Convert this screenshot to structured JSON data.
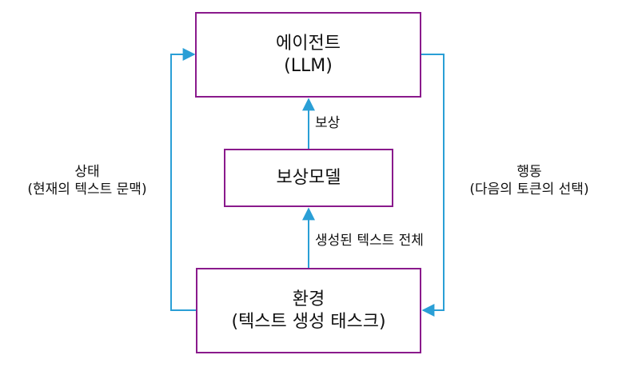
{
  "colors": {
    "box_border": "#8a1a8c",
    "arrow": "#2a9fd6",
    "text": "#111111"
  },
  "nodes": {
    "agent": {
      "line1": "에이전트",
      "line2": "(LLM)"
    },
    "reward_model": {
      "line1": "보상모델"
    },
    "environment": {
      "line1": "환경",
      "line2": "(텍스트 생성 태스크)"
    }
  },
  "edges": {
    "state": {
      "line1": "상태",
      "line2": "(현재의 텍스트 문맥)"
    },
    "action": {
      "line1": "행동",
      "line2": "(다음의 토큰의 선택)"
    },
    "reward": {
      "label": "보상"
    },
    "generated_text": {
      "label": "생성된 텍스트 전체"
    }
  }
}
